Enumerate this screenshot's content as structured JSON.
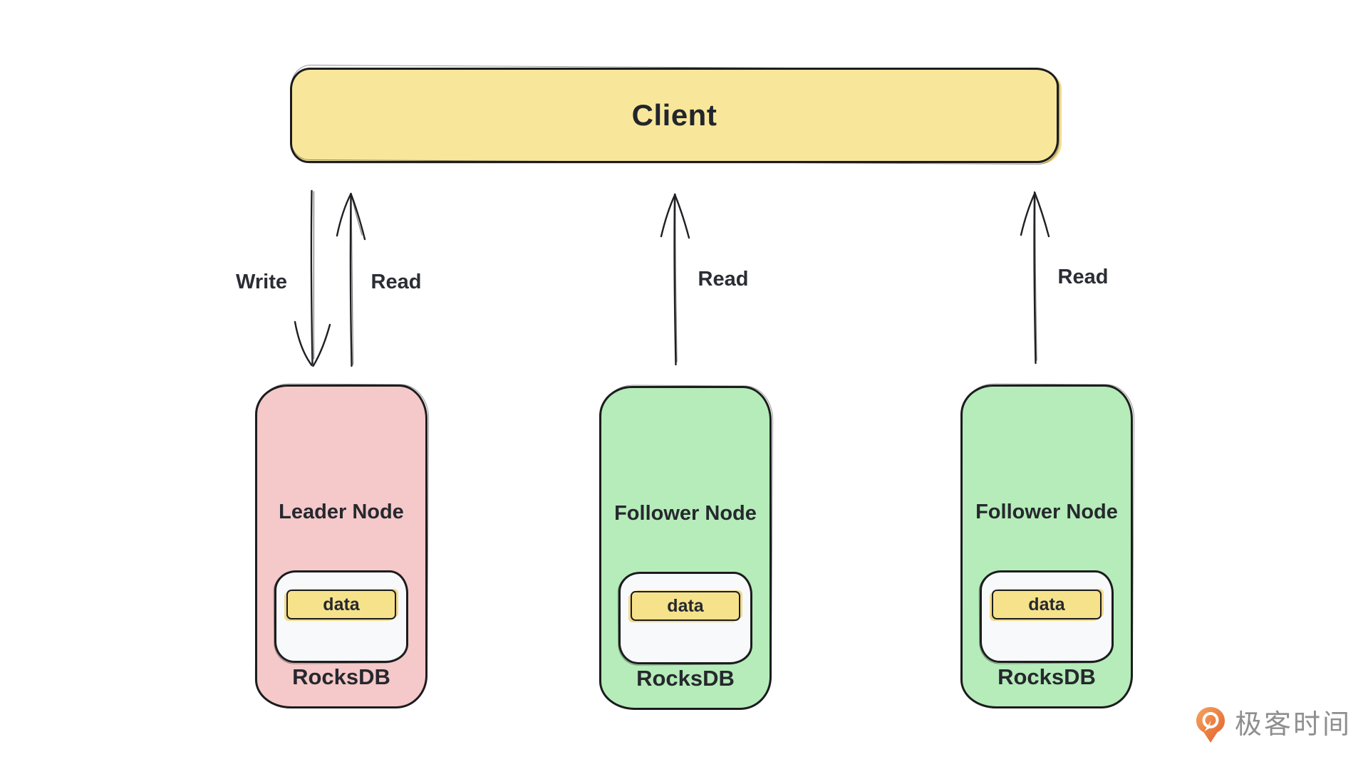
{
  "diagram": {
    "type": "leader-follower-replication",
    "client": {
      "label": "Client"
    },
    "flows": [
      {
        "id": "client-write-to-leader",
        "label": "Write",
        "direction": "down"
      },
      {
        "id": "leader-read-to-client",
        "label": "Read",
        "direction": "up"
      },
      {
        "id": "follower1-read-to-client",
        "label": "Read",
        "direction": "up"
      },
      {
        "id": "follower2-read-to-client",
        "label": "Read",
        "direction": "up"
      }
    ],
    "nodes": [
      {
        "role": "leader",
        "title": "Leader Node",
        "data_label": "data",
        "db_label": "RocksDB",
        "fill": "#F5C9C9"
      },
      {
        "role": "follower",
        "title": "Follower Node",
        "data_label": "data",
        "db_label": "RocksDB",
        "fill": "#B5ECB9"
      },
      {
        "role": "follower",
        "title": "Follower Node",
        "data_label": "data",
        "db_label": "RocksDB",
        "fill": "#B5ECB9"
      }
    ],
    "colors": {
      "client_fill": "#F8E79B",
      "leader_fill": "#F5C9C9",
      "follower_fill": "#B5ECB9",
      "data_fill": "#F6E28B",
      "store_fill": "#F7F9FB",
      "ink": "#1D1D1F",
      "text": "#26282E",
      "logo_orange": "#E8702F",
      "logo_text_gray": "#8F8F8F"
    },
    "branding": {
      "logo_text": "极客时间",
      "logo_icon": "geektime-pin-icon"
    }
  }
}
